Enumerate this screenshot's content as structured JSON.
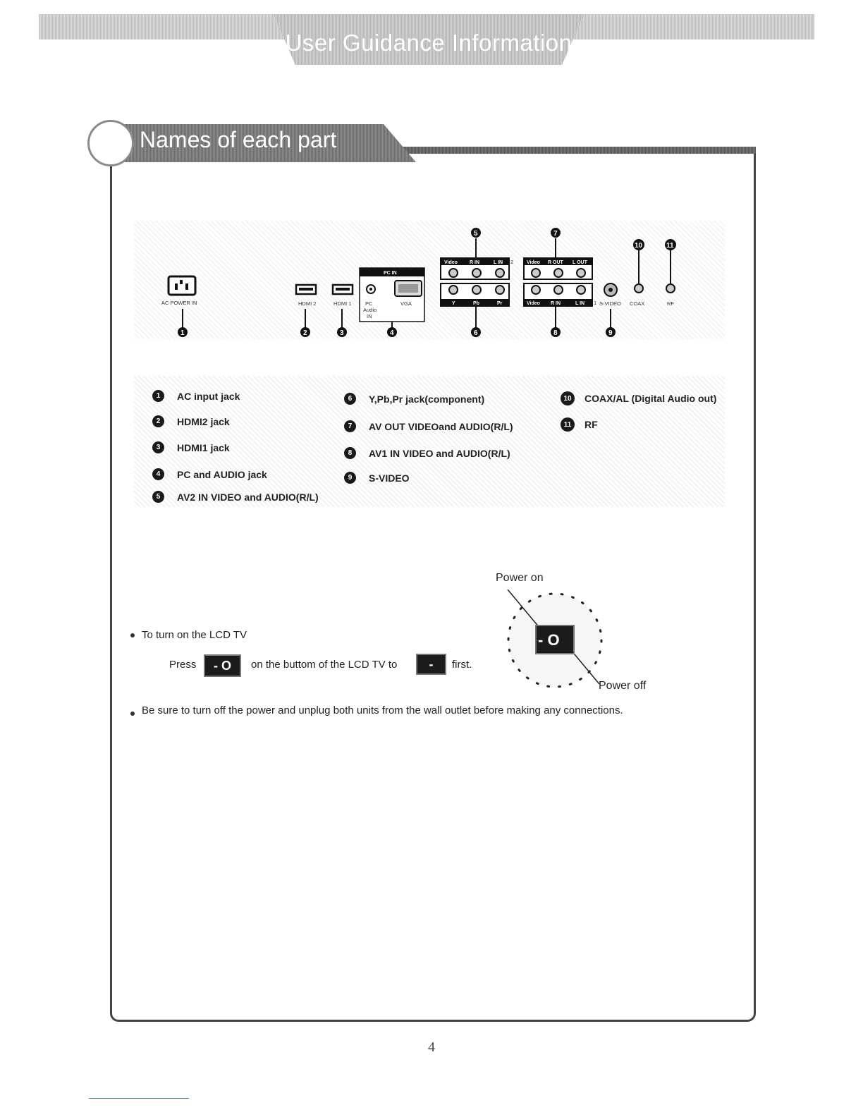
{
  "header": {
    "title": "User Guidance Information"
  },
  "section": {
    "title": "Names of each part"
  },
  "panel": {
    "ac_power_in": "AC POWER IN",
    "hdmi2": "HDMI 2",
    "hdmi1": "HDMI 1",
    "pc_in": "PC IN",
    "pc_audio_in": [
      "PC",
      "Audio",
      "IN"
    ],
    "vga": "VGA",
    "av2_top": [
      "Video",
      "R IN",
      "L IN"
    ],
    "av2_mark": "2",
    "component": [
      "Y",
      "Pb",
      "Pr"
    ],
    "av_out_top": [
      "Video",
      "R OUT",
      "L OUT"
    ],
    "av1_bottom": [
      "Video",
      "R IN",
      "L IN"
    ],
    "av1_mark": "1",
    "svideo": "S-VIDEO",
    "coax": "COAX",
    "rf": "RF",
    "callouts": [
      "1",
      "2",
      "3",
      "4",
      "5",
      "6",
      "7",
      "8",
      "9",
      "10",
      "11"
    ]
  },
  "legend": [
    {
      "num": "1",
      "label": "AC input jack"
    },
    {
      "num": "2",
      "label": "HDMI2 jack"
    },
    {
      "num": "3",
      "label": "HDMI1 jack"
    },
    {
      "num": "4",
      "label": "PC and AUDIO jack"
    },
    {
      "num": "5",
      "label": "AV2 IN VIDEO and AUDIO(R/L)"
    },
    {
      "num": "6",
      "label": "Y,Pb,Pr jack(component)"
    },
    {
      "num": "7",
      "label": "AV OUT VIDEOand AUDIO(R/L)"
    },
    {
      "num": "8",
      "label": "AV1 IN VIDEO and AUDIO(R/L)"
    },
    {
      "num": "9",
      "label": "S-VIDEO"
    },
    {
      "num": "10",
      "label": "COAX/AL (Digital Audio out)"
    },
    {
      "num": "11",
      "label": "RF"
    }
  ],
  "instructions": {
    "turn_on": "To turn on the LCD TV",
    "press": "Press",
    "press_middle": "on the buttom of the LCD TV to",
    "first": "first.",
    "power_on": "Power on",
    "power_off": "Power off",
    "switch_symbol": "- O",
    "switch_minus": "-",
    "warning": "Be sure to turn off the power and unplug both units from the wall outlet before making any connections."
  },
  "page_number": "4"
}
